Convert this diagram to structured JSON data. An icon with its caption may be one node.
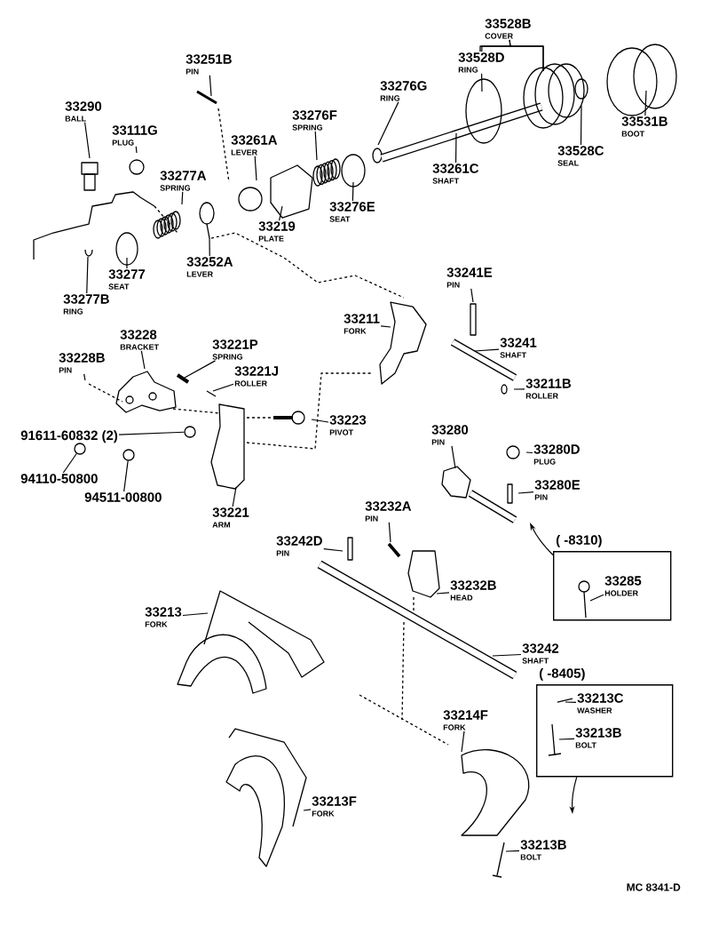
{
  "diagram": {
    "nodes": [
      {
        "text": [
          "33251B",
          "PIN"
        ]
      },
      {
        "text": [
          "33290",
          "BALL"
        ]
      },
      {
        "text": [
          "33111G",
          "PLUG"
        ]
      },
      {
        "text": [
          "33261A",
          "LEVER"
        ]
      },
      {
        "text": [
          "33276F",
          "SPRING"
        ]
      },
      {
        "text": [
          "33276G",
          "RING"
        ]
      },
      {
        "text": [
          "33528B",
          "COVER"
        ]
      },
      {
        "text": [
          "33528D",
          "RING"
        ]
      },
      {
        "text": [
          "33531B",
          "BOOT"
        ]
      },
      {
        "text": [
          "33528C",
          "SEAL"
        ]
      },
      {
        "text": [
          "33261C",
          "SHAFT"
        ]
      },
      {
        "text": [
          "33276E",
          "SEAT"
        ]
      },
      {
        "text": [
          "33219",
          "PLATE"
        ]
      },
      {
        "text": [
          "33277A",
          "SPRING"
        ]
      },
      {
        "text": [
          "33252A",
          "LEVER"
        ]
      },
      {
        "text": [
          "33277",
          "SEAT"
        ]
      },
      {
        "text": [
          "33277B",
          "RING"
        ]
      },
      {
        "text": [
          "33241E",
          "PIN"
        ]
      },
      {
        "text": [
          "33211",
          "FORK"
        ]
      },
      {
        "text": [
          "33241",
          "SHAFT"
        ]
      },
      {
        "text": [
          "33211B",
          "ROLLER"
        ]
      },
      {
        "text": [
          "33228",
          "BRACKET"
        ]
      },
      {
        "text": [
          "33221P",
          "SPRING"
        ]
      },
      {
        "text": [
          "33228B",
          "PIN"
        ]
      },
      {
        "text": [
          "33221J",
          "ROLLER"
        ]
      },
      {
        "text": [
          "33223",
          "PIVOT"
        ]
      },
      {
        "text": [
          "91611-60832 (2)"
        ]
      },
      {
        "text": [
          "94110-50800"
        ]
      },
      {
        "text": [
          "94511-00800"
        ]
      },
      {
        "text": [
          "33221",
          "ARM"
        ]
      },
      {
        "text": [
          "33280",
          "PIN"
        ]
      },
      {
        "text": [
          "33280D",
          "PLUG"
        ]
      },
      {
        "text": [
          "33280E",
          "PIN"
        ]
      },
      {
        "text": [
          "33232A",
          "PIN"
        ]
      },
      {
        "text": [
          "33242D",
          "PIN"
        ]
      },
      {
        "text": [
          "33232B",
          "HEAD"
        ]
      },
      {
        "text": [
          "33213",
          "FORK"
        ]
      },
      {
        "text": [
          "33242",
          "SHAFT"
        ]
      },
      {
        "text": [
          "33214F",
          "FORK"
        ]
      },
      {
        "text": [
          "33213F",
          "FORK"
        ]
      },
      {
        "text": [
          "33213B",
          "BOLT"
        ]
      },
      {
        "text": [
          "( -8310)"
        ]
      },
      {
        "text": [
          "33285",
          "HOLDER"
        ],
        "in": 41
      },
      {
        "text": [
          "( -8405)"
        ]
      },
      {
        "text": [
          "33213C",
          "WASHER"
        ],
        "in": 43
      },
      {
        "text": [
          "33213B",
          "BOLT"
        ],
        "in": 43
      },
      {
        "text": [],
        "shape": "circle"
      },
      {
        "text": [],
        "shape": "circle"
      },
      {
        "text": [],
        "shape": "circle"
      }
    ],
    "edges": [
      {
        "from": 0,
        "to": null,
        "arrow": "none"
      },
      {
        "from": 1,
        "to": null,
        "arrow": "none"
      },
      {
        "from": 2,
        "to": null,
        "arrow": "none"
      },
      {
        "from": 3,
        "to": null,
        "arrow": "none"
      },
      {
        "from": 4,
        "to": null,
        "arrow": "none"
      },
      {
        "from": 5,
        "to": null,
        "arrow": "none"
      },
      {
        "from": 6,
        "to": null,
        "arrow": "none"
      },
      {
        "from": 7,
        "to": null,
        "arrow": "none"
      },
      {
        "from": 8,
        "to": null,
        "arrow": "none"
      },
      {
        "from": 9,
        "to": null,
        "arrow": "none"
      },
      {
        "from": 10,
        "to": null,
        "arrow": "none"
      },
      {
        "from": 11,
        "to": null,
        "arrow": "none"
      },
      {
        "from": 12,
        "to": null,
        "arrow": "none"
      },
      {
        "from": 13,
        "to": null,
        "arrow": "none"
      },
      {
        "from": 14,
        "to": null,
        "arrow": "none"
      },
      {
        "from": 15,
        "to": null,
        "arrow": "none"
      },
      {
        "from": 16,
        "to": null,
        "arrow": "none"
      },
      {
        "from": 17,
        "to": null,
        "arrow": "none"
      },
      {
        "from": 18,
        "to": null,
        "arrow": "none"
      },
      {
        "from": 19,
        "to": null,
        "arrow": "none"
      },
      {
        "from": 20,
        "to": null,
        "arrow": "none"
      },
      {
        "from": 21,
        "to": null,
        "arrow": "none"
      },
      {
        "from": 22,
        "to": null,
        "arrow": "none"
      },
      {
        "from": 23,
        "to": null,
        "arrow": "none"
      },
      {
        "from": 24,
        "to": null,
        "arrow": "none"
      },
      {
        "from": 25,
        "to": null,
        "arrow": "none"
      },
      {
        "from": 26,
        "to": 48,
        "arrow": "none"
      },
      {
        "from": 27,
        "to": 46,
        "arrow": "none"
      },
      {
        "from": 28,
        "to": 47,
        "arrow": "none"
      },
      {
        "from": 29,
        "to": null,
        "arrow": "none"
      },
      {
        "from": 30,
        "to": null,
        "arrow": "none"
      },
      {
        "from": 31,
        "to": null,
        "arrow": "none"
      },
      {
        "from": 32,
        "to": null,
        "arrow": "none"
      },
      {
        "from": 33,
        "to": null,
        "arrow": "none"
      },
      {
        "from": 34,
        "to": null,
        "arrow": "none"
      },
      {
        "from": 35,
        "to": null,
        "arrow": "none"
      },
      {
        "from": 36,
        "to": null,
        "arrow": "none"
      },
      {
        "from": 37,
        "to": null,
        "arrow": "none"
      },
      {
        "from": 38,
        "to": null,
        "arrow": "none"
      },
      {
        "from": 39,
        "to": null,
        "arrow": "none"
      },
      {
        "from": 40,
        "to": null,
        "arrow": "none"
      },
      {
        "from": 42,
        "to": null,
        "arrow": "none"
      },
      {
        "from": 44,
        "to": null,
        "arrow": "none"
      },
      {
        "from": 45,
        "to": null,
        "arrow": "none"
      },
      {
        "from": 41,
        "to": null,
        "arrow": "to"
      },
      {
        "from": 43,
        "to": null,
        "arrow": "to"
      },
      {
        "from": 6,
        "to": 7,
        "arrow": "none"
      }
    ],
    "labels": [
      "MC 8341-D"
    ]
  }
}
